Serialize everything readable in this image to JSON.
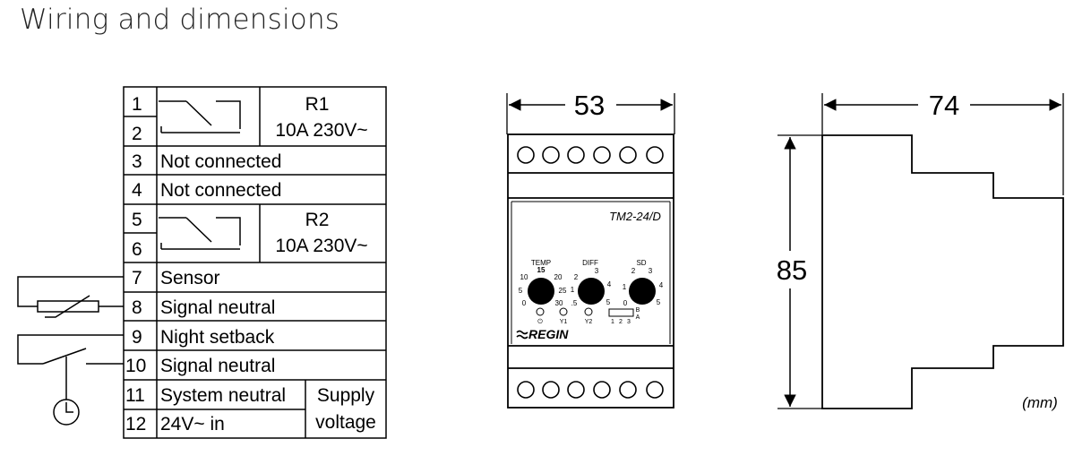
{
  "title": "Wiring and dimensions",
  "terminals": [
    {
      "num": "1",
      "label": ""
    },
    {
      "num": "2",
      "label": ""
    },
    {
      "num": "3",
      "label": "Not connected"
    },
    {
      "num": "4",
      "label": "Not connected"
    },
    {
      "num": "5",
      "label": ""
    },
    {
      "num": "6",
      "label": ""
    },
    {
      "num": "7",
      "label": "Sensor"
    },
    {
      "num": "8",
      "label": "Signal neutral"
    },
    {
      "num": "9",
      "label": "Night setback"
    },
    {
      "num": "10",
      "label": "Signal neutral"
    },
    {
      "num": "11",
      "label": "System neutral"
    },
    {
      "num": "12",
      "label": "24V~  in"
    }
  ],
  "relays": [
    {
      "name": "R1",
      "rating": "10A 230V~"
    },
    {
      "name": "R2",
      "rating": "10A 230V~"
    }
  ],
  "supply": {
    "line1": "Supply",
    "line2": "voltage"
  },
  "front_view": {
    "width_dim": "53",
    "model": "TM2-24/D",
    "knob_labels": [
      "TEMP",
      "DIFF",
      "SD"
    ],
    "temp_scale": [
      "0",
      "5",
      "10",
      "15",
      "20",
      "25",
      "30"
    ],
    "diff_scale": [
      ".5",
      "1",
      "2",
      "3",
      "4",
      "5"
    ],
    "sd_scale": [
      "0",
      "1",
      "2",
      "3",
      "4",
      "5"
    ],
    "leds": [
      "Y1",
      "Y2"
    ],
    "switch_labels": [
      "1",
      "2",
      "3",
      "B",
      "A"
    ],
    "brand": "REGIN"
  },
  "side_view": {
    "width_dim": "74",
    "height_dim": "85",
    "unit": "(mm)"
  }
}
